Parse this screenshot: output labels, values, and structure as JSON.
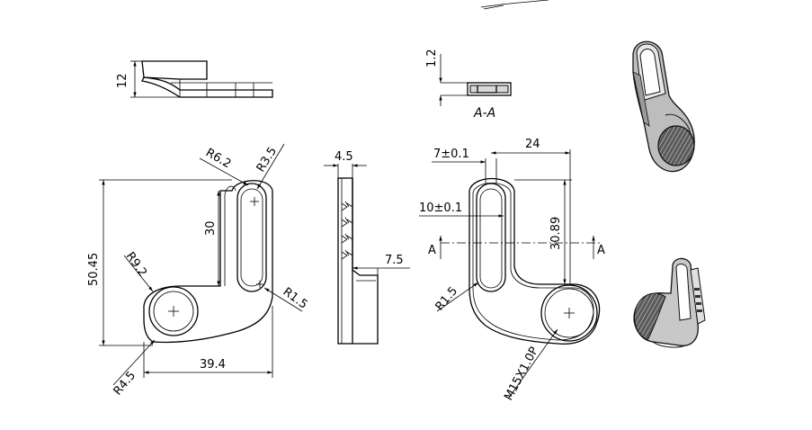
{
  "dimensions": {
    "side_height": "12",
    "section_thickness": "1.2",
    "section_label": "A-A",
    "arc_r62": "R6.2",
    "arc_r35": "R3.5",
    "overall_height": "50.45",
    "slot_length": "30",
    "r92": "R9.2",
    "r15_front": "R1.5",
    "r45": "R4.5",
    "width_394": "39.4",
    "profile_45": "4.5",
    "profile_75": "7.5",
    "slot_width": "7±0.1",
    "span_24": "24",
    "slot_depth": "10±0.1",
    "offset_3089": "30.89",
    "r15_back": "R1.5",
    "thread": "M15X1.0P",
    "section_marker_left": "A",
    "section_marker_right": "A"
  }
}
